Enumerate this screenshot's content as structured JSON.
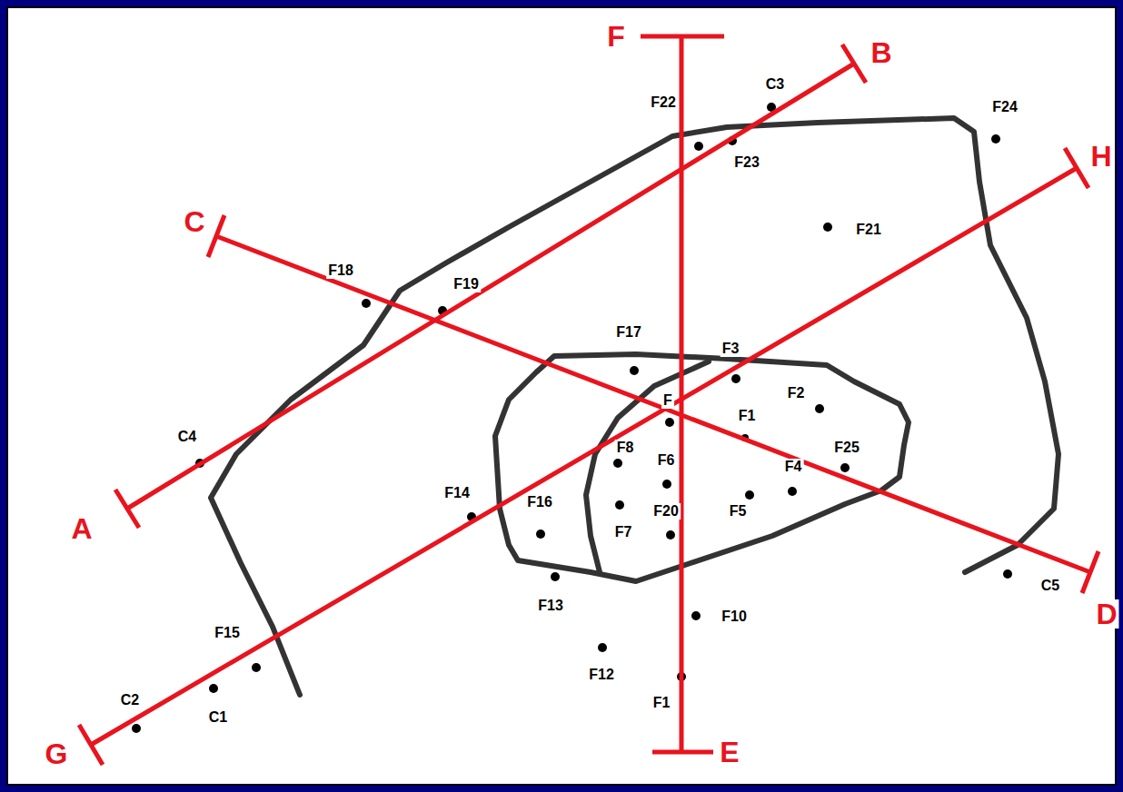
{
  "diagram": {
    "labels": [
      "F",
      "B",
      "C",
      "H",
      "A",
      "G",
      "D",
      "E",
      "F22",
      "C3",
      "F23",
      "F24",
      "F21",
      "F18",
      "F19",
      "C4",
      "F17",
      "F3",
      "F",
      "F2",
      "F1",
      "F8",
      "F6",
      "F25",
      "F4",
      "F14",
      "F16",
      "F7",
      "F20",
      "F5",
      "F13",
      "F10",
      "F12",
      "F1",
      "F15",
      "C1",
      "C2",
      "C5"
    ]
  }
}
